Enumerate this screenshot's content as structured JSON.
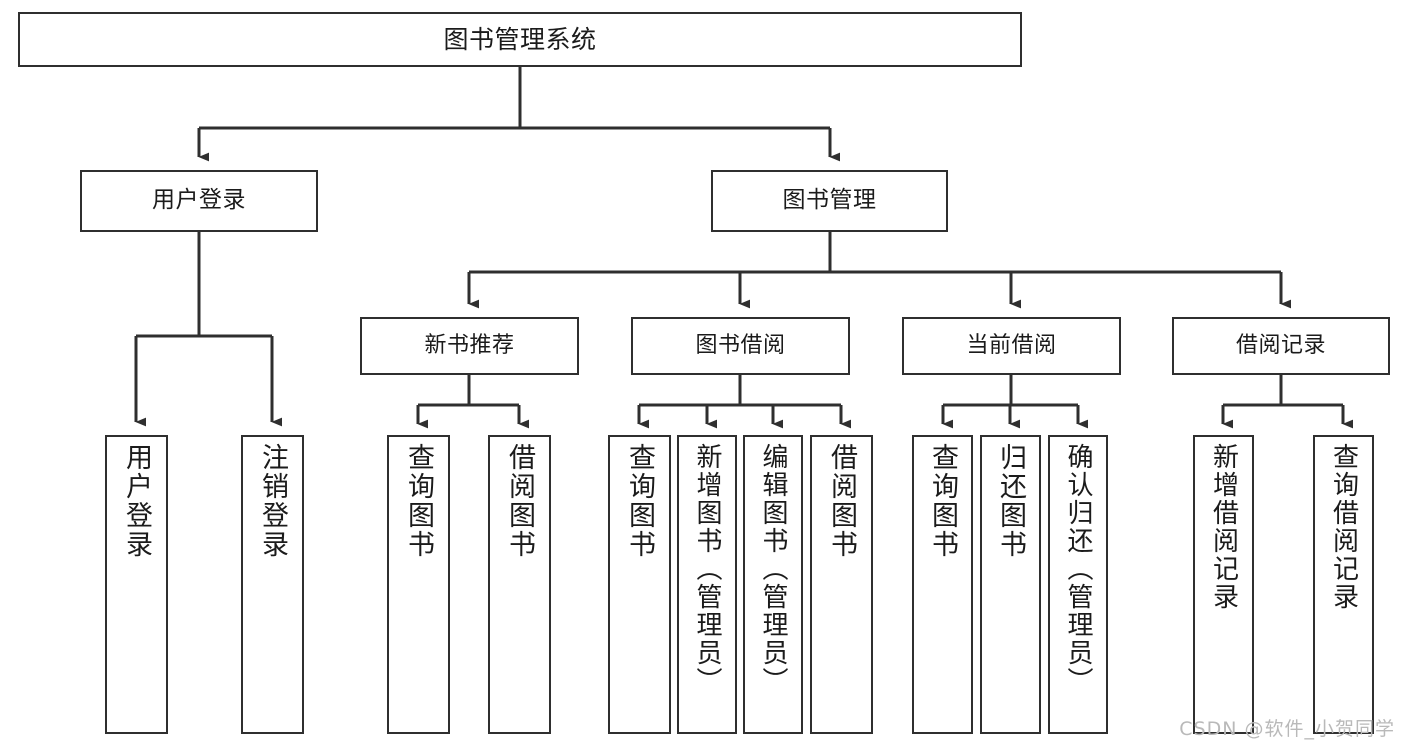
{
  "diagram": {
    "title": "图书管理系统",
    "type": "hierarchy-tree",
    "colors": {
      "border": "#2f2f2f",
      "background": "#ffffff",
      "text": "#1b1b1b",
      "watermark": "#b9b9b9"
    },
    "root": {
      "label": "图书管理系统"
    },
    "level1": [
      {
        "label": "用户登录"
      },
      {
        "label": "图书管理"
      }
    ],
    "level2": [
      {
        "label": "新书推荐"
      },
      {
        "label": "图书借阅"
      },
      {
        "label": "当前借阅"
      },
      {
        "label": "借阅记录"
      }
    ],
    "leaves": {
      "user_login": [
        {
          "label": "用户登录"
        },
        {
          "label": "注销登录"
        }
      ],
      "new_book_recommend": [
        {
          "label": "查询图书"
        },
        {
          "label": "借阅图书"
        }
      ],
      "book_borrow": [
        {
          "label": "查询图书"
        },
        {
          "label": "新增图书（管理员）"
        },
        {
          "label": "编辑图书（管理员）"
        },
        {
          "label": "借阅图书"
        }
      ],
      "current_borrow": [
        {
          "label": "查询图书"
        },
        {
          "label": "归还图书"
        },
        {
          "label": "确认归还（管理员）"
        }
      ],
      "borrow_records": [
        {
          "label": "新增借阅记录"
        },
        {
          "label": "查询借阅记录"
        }
      ]
    }
  },
  "watermark": {
    "text": "CSDN @软件_小贺同学"
  }
}
